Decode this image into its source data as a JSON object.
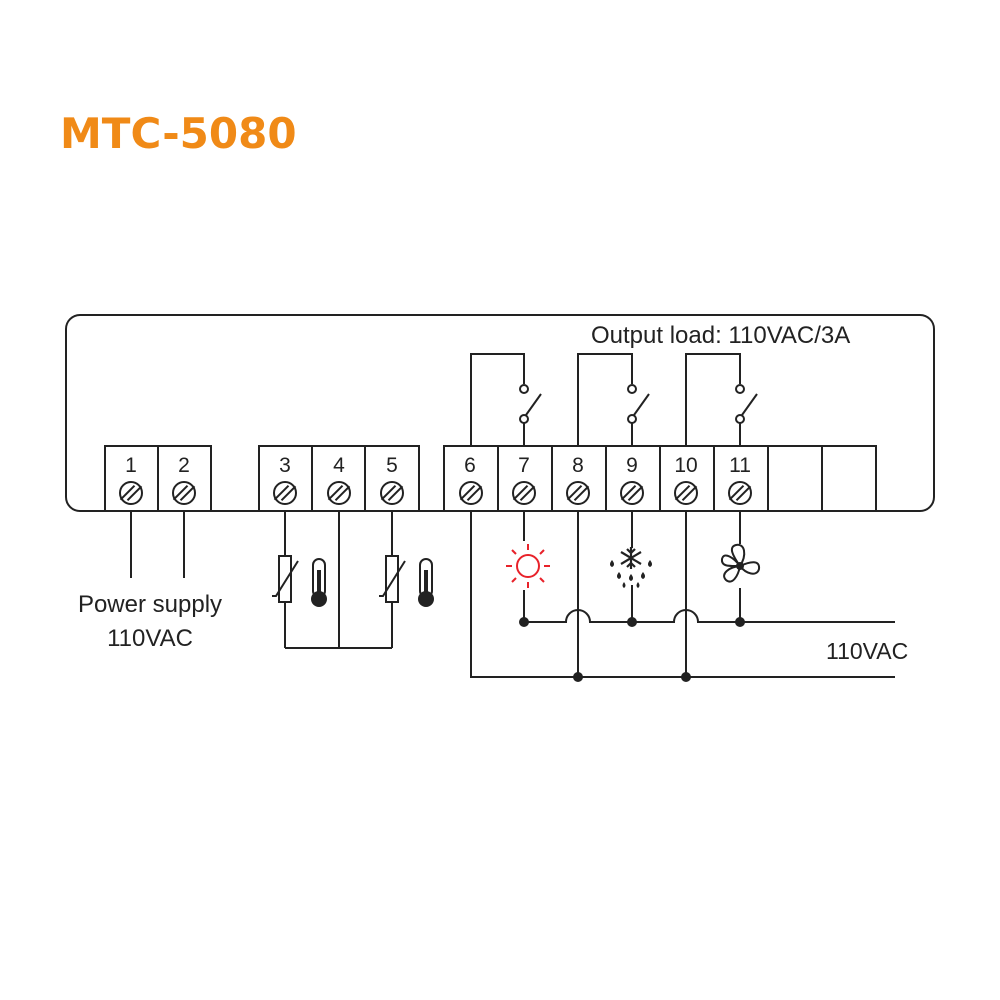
{
  "title": "MTC-5080",
  "output_load_label": "Output load: 110VAC/3A",
  "power_label_line1": "Power supply",
  "power_label_line2": "110VAC",
  "supply_line_label": "110VAC",
  "terminals": [
    "1",
    "2",
    "3",
    "4",
    "5",
    "6",
    "7",
    "8",
    "9",
    "10",
    "11"
  ],
  "load_icons": [
    "heater-icon",
    "cooling-icon",
    "fan-icon"
  ],
  "colors": {
    "title": "#f08a17",
    "line": "#222222",
    "heater": "#e8222a"
  }
}
